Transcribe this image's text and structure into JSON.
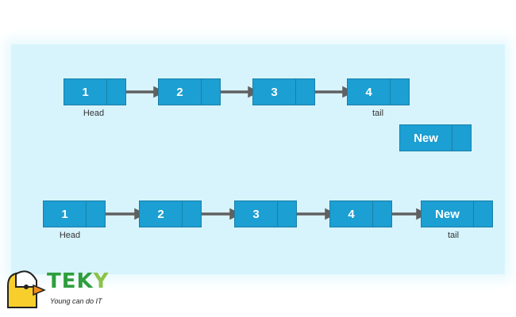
{
  "colors": {
    "node_fill": "#1c9fd2",
    "node_border": "#1b7fa8",
    "arrow": "#606060",
    "panel": "#d7f4fd"
  },
  "top_list": {
    "nodes": [
      "1",
      "2",
      "3",
      "4"
    ],
    "head_label": "Head",
    "tail_label": "tail"
  },
  "new_node": {
    "label": "New"
  },
  "bottom_list": {
    "nodes": [
      "1",
      "2",
      "3",
      "4",
      "New"
    ],
    "head_label": "Head",
    "tail_label": "tail"
  },
  "logo": {
    "name_letters": [
      "T",
      "E",
      "K",
      "Y"
    ],
    "name_colors": [
      "#2f9e3e",
      "#2f9e3e",
      "#2f9e3e",
      "#8bc34a"
    ],
    "tagline": "Young can do IT"
  }
}
